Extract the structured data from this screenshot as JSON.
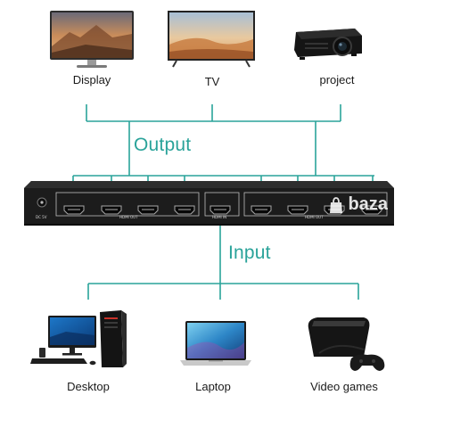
{
  "output": {
    "label": "Output",
    "devices": [
      {
        "label": "Display",
        "icon": "monitor-icon"
      },
      {
        "label": "TV",
        "icon": "tv-icon"
      },
      {
        "label": "project",
        "icon": "projector-icon"
      }
    ]
  },
  "input": {
    "label": "Input",
    "devices": [
      {
        "label": "Desktop",
        "icon": "desktop-computer-icon"
      },
      {
        "label": "Laptop",
        "icon": "laptop-icon"
      },
      {
        "label": "Video games",
        "icon": "game-console-icon"
      }
    ]
  },
  "device": {
    "hdmi_out_label": "HDMI OUT",
    "hdmi_in_label": "HDMI IN",
    "hdmi_out_label_2": "HDMI OUT",
    "power_label": "DC 5V"
  },
  "watermark": {
    "text": "baza"
  },
  "colors": {
    "line": "#2aa39a",
    "device_body": "#1c1c1c",
    "port_outline": "#bfbfbf"
  }
}
